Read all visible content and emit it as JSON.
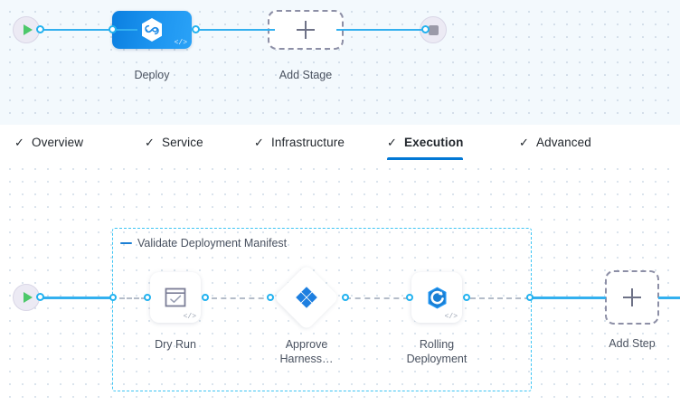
{
  "colors": {
    "accent_blue": "#0278d5",
    "connector_blue": "#33b0ef",
    "group_border": "#3ec5f4",
    "stage_gradient_from": "#0b7fe0",
    "stage_gradient_to": "#2aa2f7",
    "start_green": "#4dc86a",
    "stop_gray": "#9b9aa8",
    "dashed_gray": "#8d8fa6",
    "stage_canvas_bg": "#f3f9fd",
    "step_canvas_bg": "#ffffff"
  },
  "stage_canvas": {
    "start_node": {
      "name": "pipeline-start",
      "icon": "play-icon"
    },
    "end_node": {
      "name": "pipeline-end",
      "icon": "stop-icon"
    },
    "stages": [
      {
        "label": "Deploy",
        "icon": "harness-hexagon-icon",
        "badge": "</>",
        "type": "deploy-stage"
      },
      {
        "label": "Add Stage",
        "icon": "plus-icon",
        "type": "add-stage"
      }
    ]
  },
  "tabs": {
    "items": [
      {
        "label": "Overview",
        "icon": "check-icon",
        "active": false
      },
      {
        "label": "Service",
        "icon": "check-icon",
        "active": false
      },
      {
        "label": "Infrastructure",
        "icon": "check-icon",
        "active": false
      },
      {
        "label": "Execution",
        "icon": "check-icon",
        "active": true
      },
      {
        "label": "Advanced",
        "icon": "check-icon",
        "active": false
      }
    ]
  },
  "step_canvas": {
    "start_node": {
      "name": "execution-start",
      "icon": "play-icon"
    },
    "step_group": {
      "title": "Validate Deployment Manifest",
      "collapse_icon": "minus-icon"
    },
    "steps": [
      {
        "label": "Dry Run",
        "icon": "dry-run-checkbox-icon",
        "badge": "</>",
        "shape": "rounded-square"
      },
      {
        "label": "Approve\nHarness…",
        "icon": "harness-approval-diamond-icon",
        "shape": "diamond"
      },
      {
        "label": "Rolling\nDeployment",
        "icon": "rolling-deployment-icon",
        "badge": "</>",
        "shape": "rounded-square"
      }
    ],
    "add_step": {
      "label": "Add Step",
      "icon": "plus-icon"
    }
  }
}
